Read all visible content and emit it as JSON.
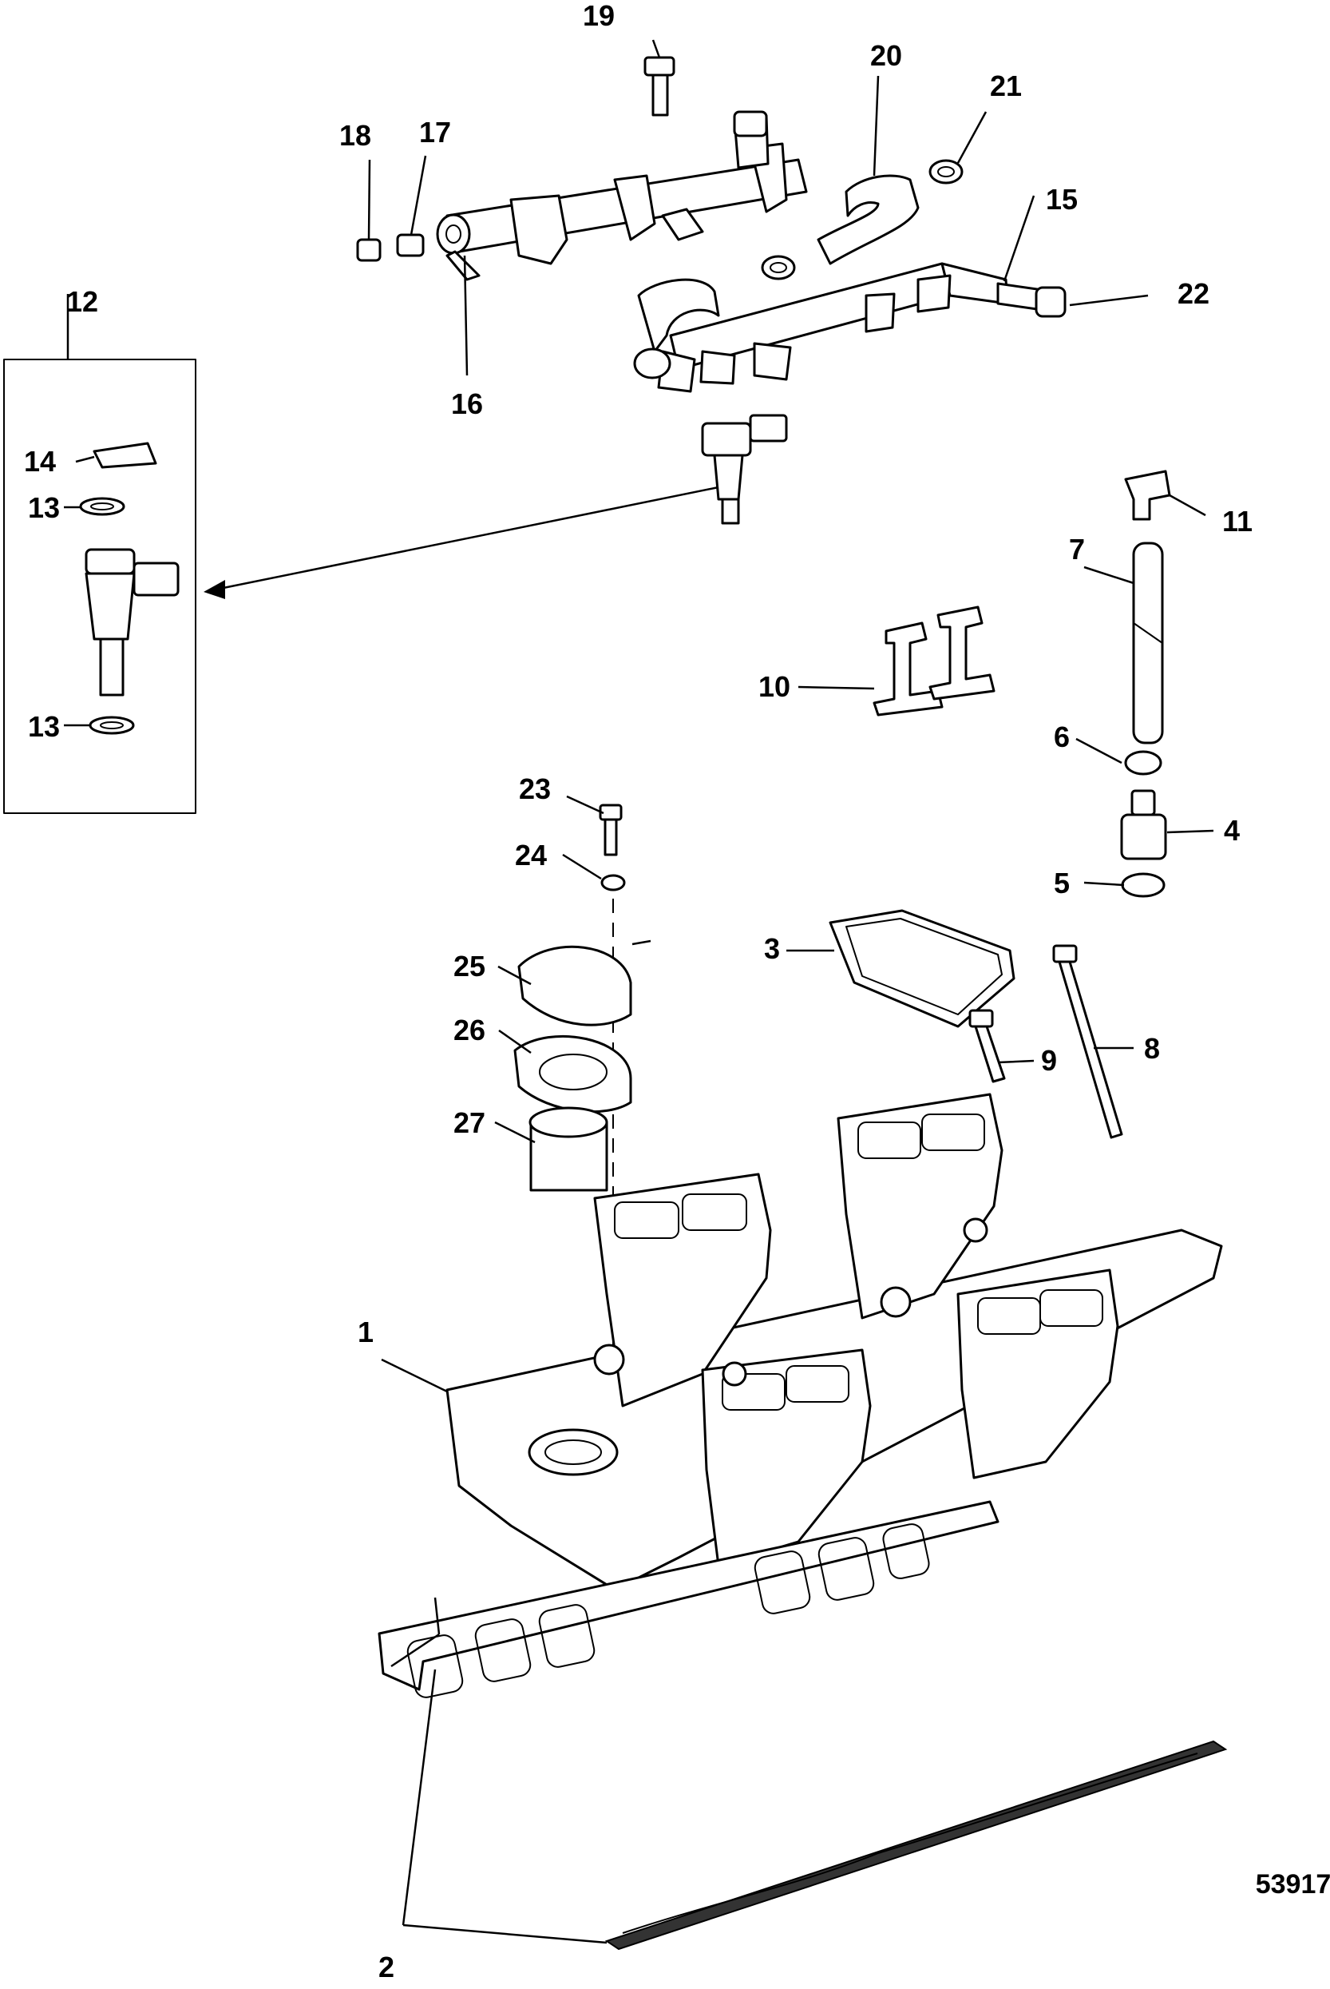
{
  "figure_number": "53917",
  "callouts": [
    {
      "id": "c1",
      "label": "1"
    },
    {
      "id": "c2",
      "label": "2"
    },
    {
      "id": "c3",
      "label": "3"
    },
    {
      "id": "c4",
      "label": "4"
    },
    {
      "id": "c5",
      "label": "5"
    },
    {
      "id": "c6",
      "label": "6"
    },
    {
      "id": "c7",
      "label": "7"
    },
    {
      "id": "c8",
      "label": "8"
    },
    {
      "id": "c9",
      "label": "9"
    },
    {
      "id": "c10",
      "label": "10"
    },
    {
      "id": "c11",
      "label": "11"
    },
    {
      "id": "c12",
      "label": "12"
    },
    {
      "id": "c13a",
      "label": "13"
    },
    {
      "id": "c13b",
      "label": "13"
    },
    {
      "id": "c14",
      "label": "14"
    },
    {
      "id": "c15",
      "label": "15"
    },
    {
      "id": "c16",
      "label": "16"
    },
    {
      "id": "c17",
      "label": "17"
    },
    {
      "id": "c18",
      "label": "18"
    },
    {
      "id": "c19",
      "label": "19"
    },
    {
      "id": "c20",
      "label": "20"
    },
    {
      "id": "c21",
      "label": "21"
    },
    {
      "id": "c22",
      "label": "22"
    },
    {
      "id": "c23",
      "label": "23"
    },
    {
      "id": "c24",
      "label": "24"
    },
    {
      "id": "c25",
      "label": "25"
    },
    {
      "id": "c26",
      "label": "26"
    },
    {
      "id": "c27",
      "label": "27"
    }
  ]
}
